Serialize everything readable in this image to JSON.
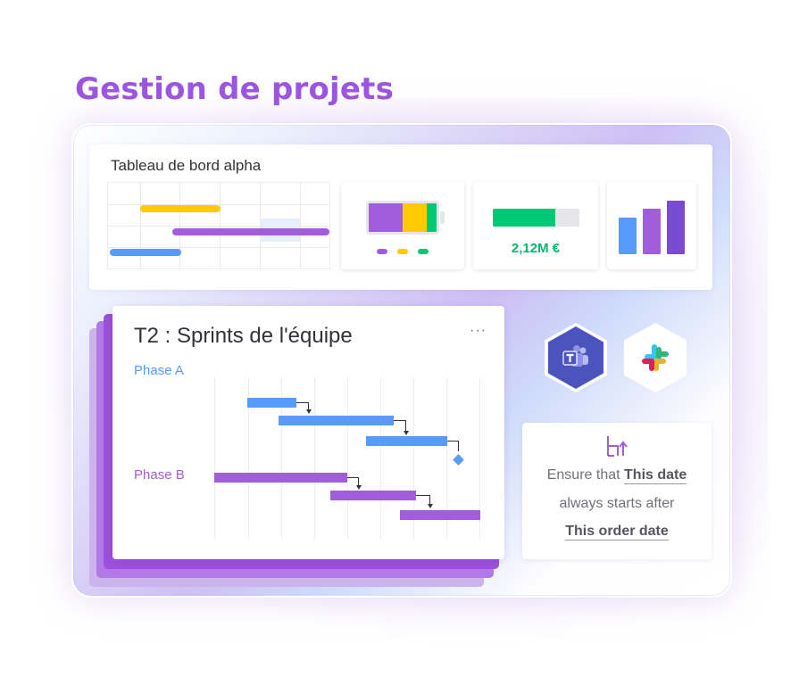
{
  "page": {
    "title": "Gestion de projets"
  },
  "dashboard": {
    "title": "Tableau de bord alpha",
    "metric_value": "2,12M €",
    "progress_fraction": 0.72,
    "battery_segments": [
      {
        "color": "#a25ddc",
        "fraction": 0.5
      },
      {
        "color": "#ffcb00",
        "fraction": 0.35
      },
      {
        "color": "#00c875",
        "fraction": 0.15
      }
    ],
    "kpi_bar_levels": [
      0.6,
      0.75,
      0.88
    ],
    "kpi_bar_colors": [
      "#579bfc",
      "#a25ddc",
      "#784bd1"
    ]
  },
  "sprint": {
    "title": "T2 : Sprints de l'équipe",
    "menu": "···",
    "phase_a": "Phase A",
    "phase_b": "Phase B"
  },
  "integrations": {
    "teams_icon": "microsoft-teams-icon",
    "slack_icon": "slack-icon"
  },
  "dependency_info": {
    "prefix": "Ensure that ",
    "first_date": "This date",
    "middle": "always starts after",
    "second_date": "This order date"
  },
  "colors": {
    "brand_purple": "#9b55e0",
    "blue": "#579bfc",
    "purple": "#a25ddc",
    "yellow": "#ffcb00",
    "green": "#00c875",
    "teams": "#4b53bc"
  }
}
